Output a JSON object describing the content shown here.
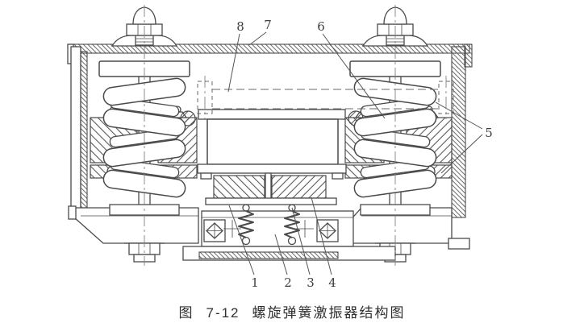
{
  "colors": {
    "ink": "#4a4a4a",
    "paper": "#ffffff"
  },
  "figure": {
    "caption": {
      "fig_word": "图",
      "fig_number": "7-12",
      "title": "螺旋弹簧激振器结构图"
    },
    "labels": {
      "n1": "1",
      "n2": "2",
      "n3": "3",
      "n4": "4",
      "n5": "5",
      "n6": "6",
      "n7": "7",
      "n8": "8"
    }
  }
}
